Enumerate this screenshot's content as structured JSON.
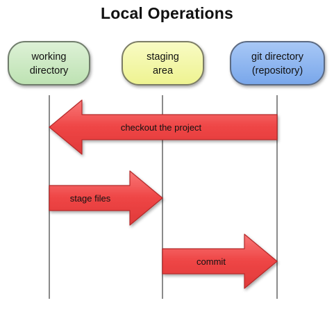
{
  "title": "Local Operations",
  "areas": {
    "working": {
      "line1": "working",
      "line2": "directory",
      "color": "#c9e8c0"
    },
    "staging": {
      "line1": "staging",
      "line2": "area",
      "color": "#f3f7a6"
    },
    "git": {
      "line1": "git directory",
      "line2": "(repository)",
      "color": "#8bb5f0"
    }
  },
  "operations": {
    "checkout": "checkout the project",
    "stage": "stage files",
    "commit": "commit"
  },
  "colors": {
    "arrow_fill": "#f05050",
    "arrow_stroke": "#b42a2a",
    "lifeline": "#8a8a8a"
  }
}
